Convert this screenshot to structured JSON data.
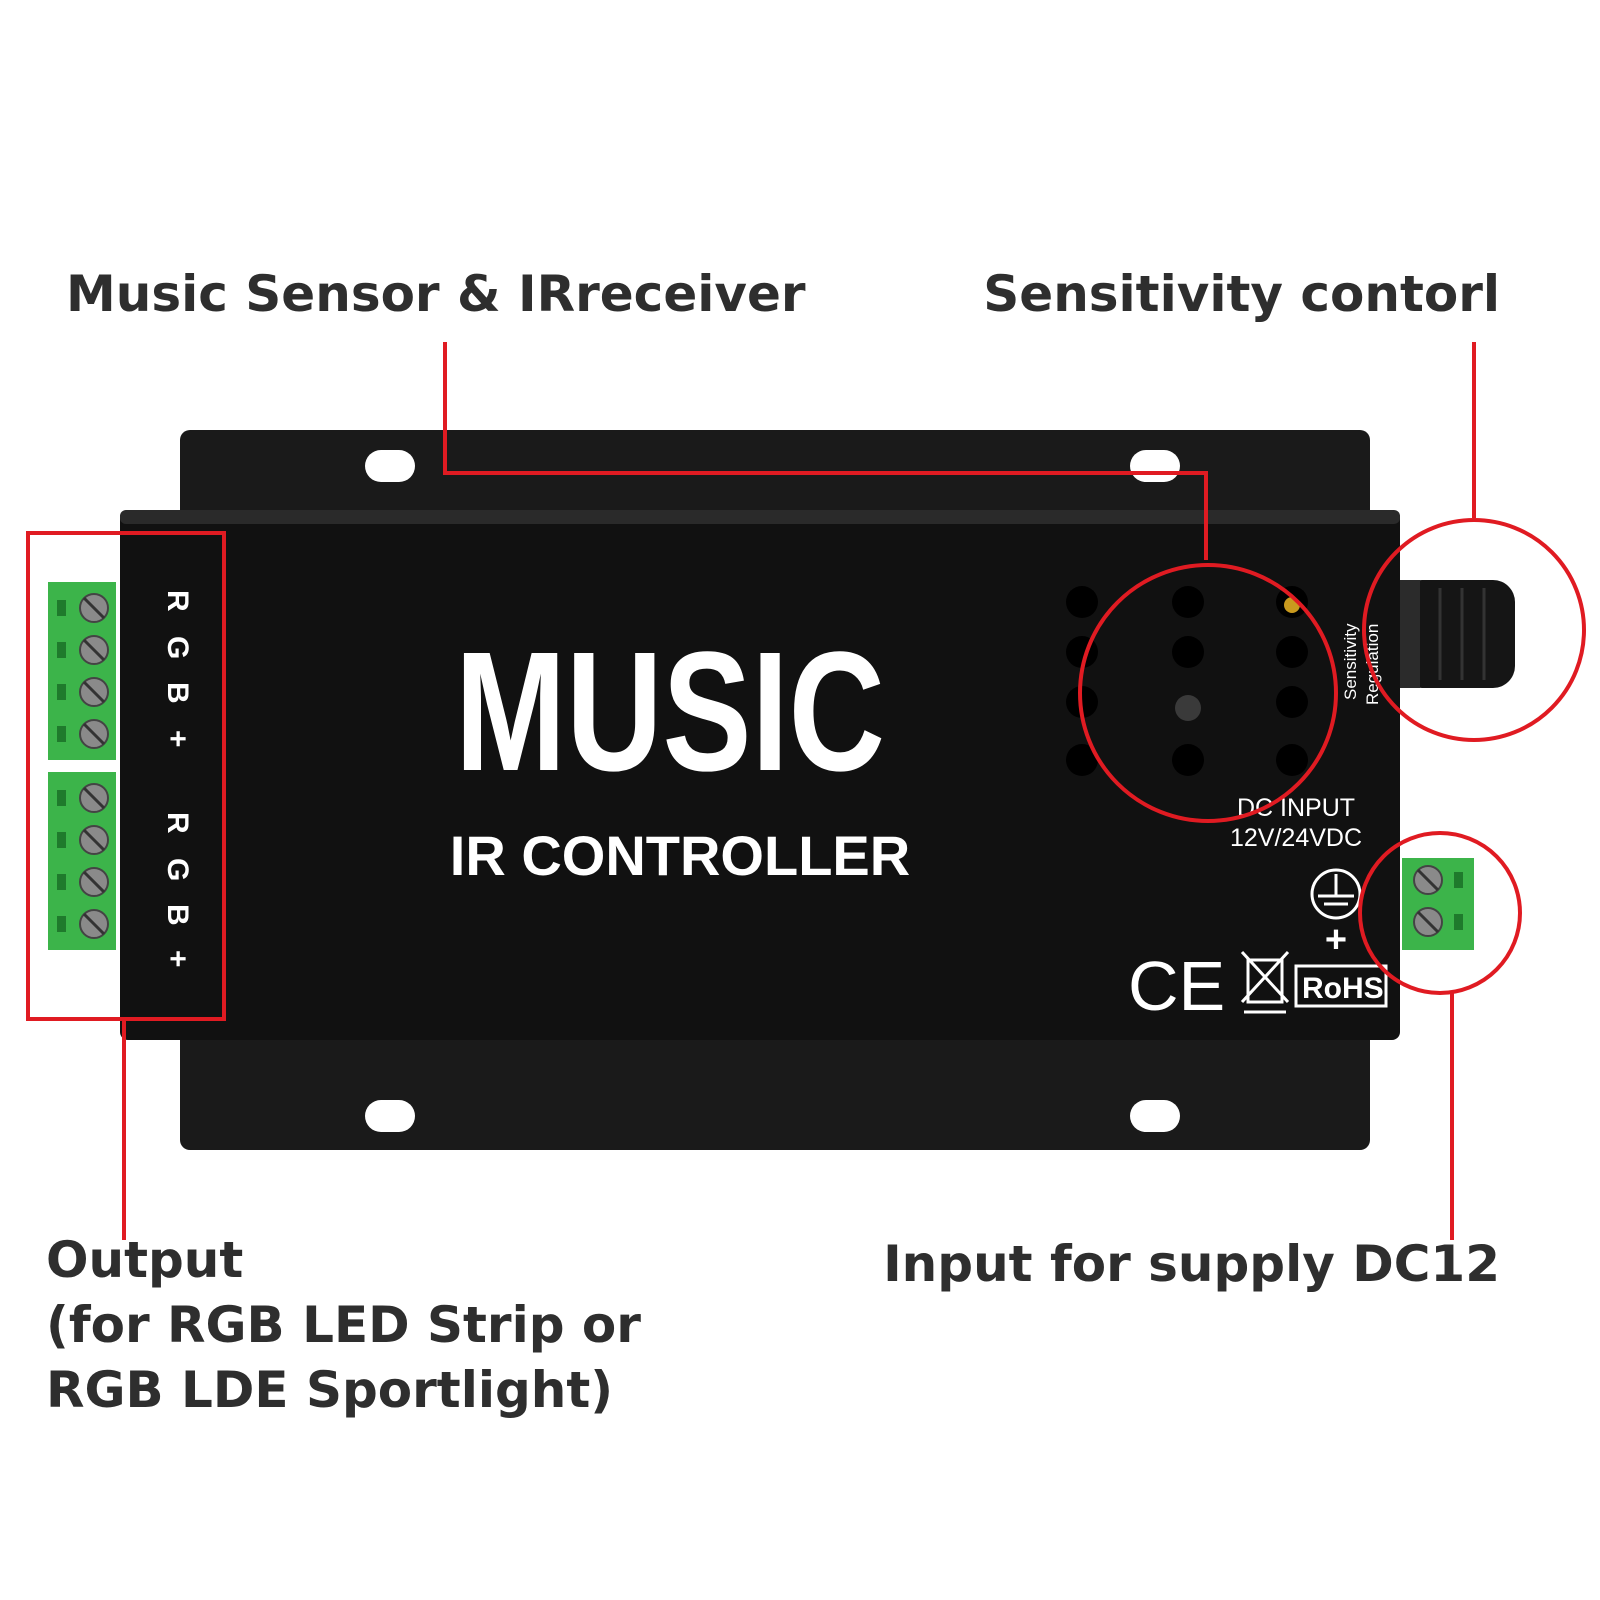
{
  "callouts": {
    "music_sensor": "Music Sensor & IRreceiver",
    "sensitivity": "Sensitivity contorl",
    "output_line1": "Output",
    "output_line2": "(for RGB LED Strip or",
    "output_line3": "RGB LDE Sportlight)",
    "input": "Input for supply DC12"
  },
  "device": {
    "brand_text": "MUSIC",
    "model_text": "IR CONTROLLER",
    "port_group_1": [
      "R",
      "G",
      "B",
      "+"
    ],
    "port_group_2": [
      "R",
      "G",
      "B",
      "+"
    ],
    "knob_label_1": "Sensitivity",
    "knob_label_2": "Regulation",
    "dc_label_1": "DC INPUT",
    "dc_label_2": "12V/24VDC",
    "plus_sign": "+",
    "cert_ce": "CE",
    "cert_rohs": "RoHS"
  },
  "colors": {
    "highlight": "#e01b22",
    "device_body": "#111111",
    "terminal_green": "#3cb44a"
  }
}
